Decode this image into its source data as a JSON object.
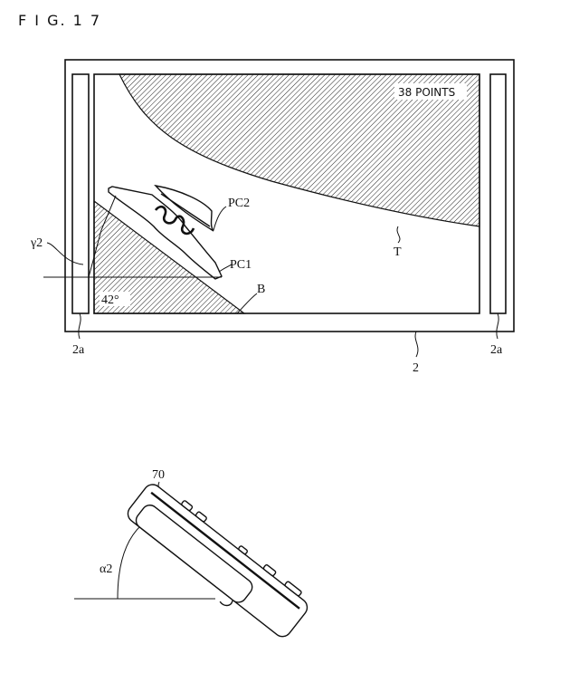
{
  "figure_title": "F I G. 1 7",
  "labels": {
    "points": "38 POINTS",
    "pc2": "PC2",
    "pc1": "PC1",
    "gamma2": "γ2",
    "angle": "42°",
    "b": "B",
    "t": "T",
    "bar_left": "2a",
    "display": "2",
    "bar_right": "2a",
    "controller": "70",
    "alpha2": "α2"
  }
}
